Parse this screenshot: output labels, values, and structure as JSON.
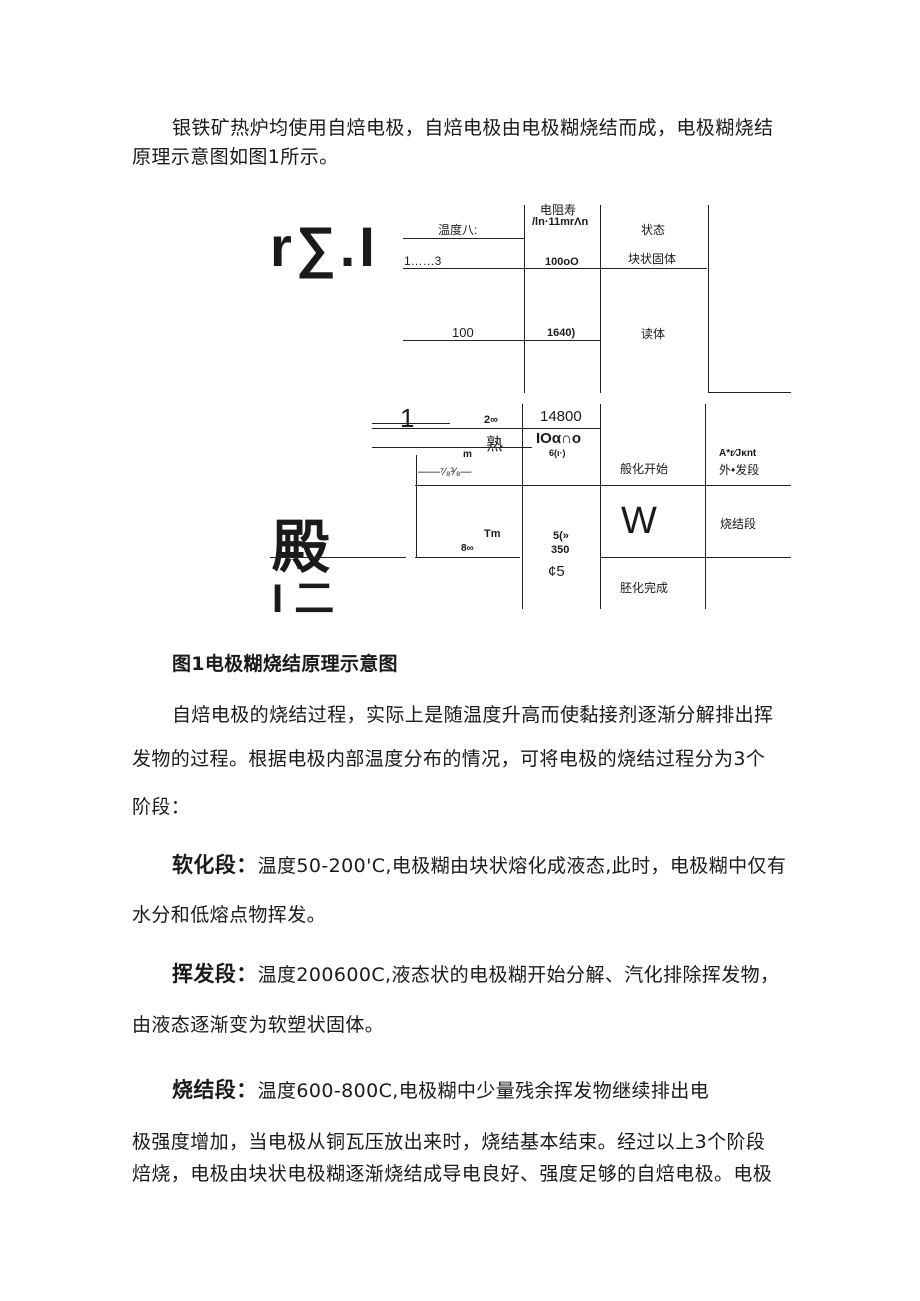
{
  "intro": {
    "line1": "银铁矿热炉均使用自焙电极，自焙电极由电极糊烧结而成，电极糊烧结",
    "line2": "原理示意图如图1所示。"
  },
  "figure": {
    "left_glyphs": {
      "top": "r∑.I",
      "num": "1",
      "big": "殿",
      "bottom": "I 二"
    },
    "headers": {
      "temp": "温度八:",
      "resist_line1": "电阻寿",
      "resist_line2": "/ln·11mrΛn",
      "state": "状态"
    },
    "rows": {
      "r1_temp": "1……3",
      "r1_res": "100oO",
      "r1_state": "块状固体",
      "r2_temp": "100",
      "r2_res": "1640)",
      "r2_state": "读体",
      "r3_temp1": "2∞",
      "r3_temp2": "熟",
      "r3_res1": "14800",
      "r3_res2": "IOα∩o",
      "r3_m": "m",
      "r3_res3": "6(ι·)",
      "r3_dash": "——⁷⁄₈³⁄₈—",
      "r3_state": "般化开始",
      "r3_stage1": "A*r⁄Jκnt",
      "r3_stage2": "外•发段",
      "r4_tm": "Tm",
      "r4_8": "8∞",
      "r4_res1": "5(»",
      "r4_res2": "350",
      "r4_w": "W",
      "r4_stage": "烧结段",
      "r5_res": "¢5",
      "r5_state": "胚化完成"
    },
    "caption": "图1电极糊烧结原理示意图"
  },
  "para1": {
    "line1": "自焙电极的烧结过程，实际上是随温度升高而使黏接剂逐渐分解排出挥",
    "line2": "发物的过程。根据电极内部温度分布的情况，可将电极的烧结过程分为3个",
    "line3": "阶段："
  },
  "soften": {
    "label": "软化段：",
    "line1": "温度50-200'C,电极糊由块状熔化成液态,此时，电极糊中仅有",
    "line2": "水分和低熔点物挥发。"
  },
  "volatile": {
    "label": "挥发段：",
    "line1": "温度200600C,液态状的电极糊开始分解、汽化排除挥发物，",
    "line2": "由液态逐渐变为软塑状固体。"
  },
  "sinter": {
    "label": "烧结段：",
    "line1": "温度600-800C,电极糊中少量残余挥发物继续排出电"
  },
  "final": {
    "line1": "极强度增加，当电极从铜瓦压放出来时，烧结基本结束。经过以上3个阶段",
    "line2": "焙烧，电极由块状电极糊逐渐烧结成导电良好、强度足够的自焙电极。电极"
  }
}
